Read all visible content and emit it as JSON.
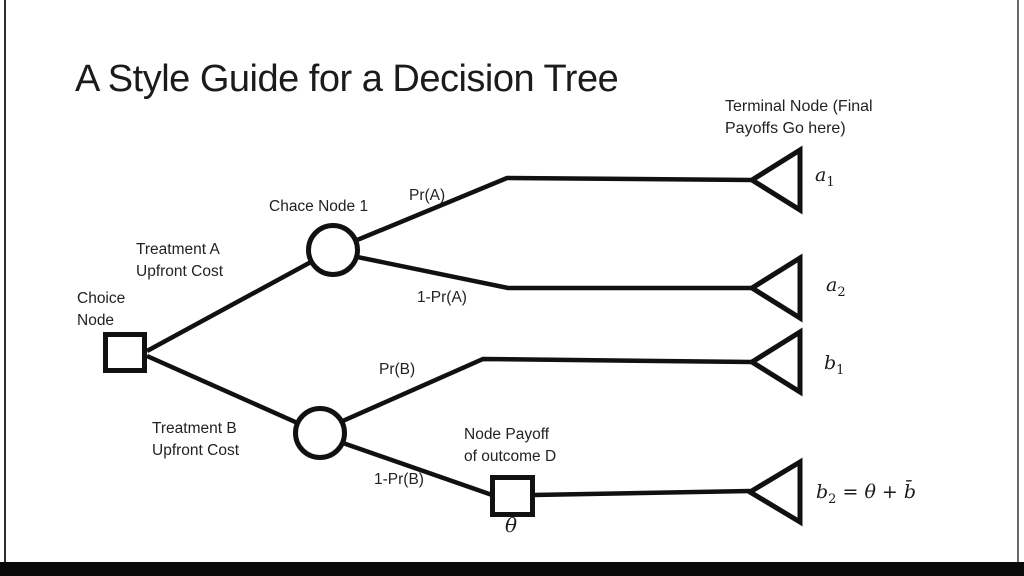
{
  "page": {
    "title": "A Style Guide for a Decision Tree"
  },
  "annotations": {
    "terminal_note": {
      "line1": "Terminal Node (Final",
      "line2": "Payoffs Go here)"
    },
    "chance_node": "Chace Node 1",
    "choice_node": {
      "line1": "Choice",
      "line2": "Node"
    },
    "treatment_a": {
      "line1": "Treatment A",
      "line2": "Upfront Cost"
    },
    "treatment_b": {
      "line1": "Treatment B",
      "line2": "Upfront Cost"
    },
    "node_payoff": {
      "line1": "Node Payoff",
      "line2": "of outcome D"
    },
    "theta": "θ"
  },
  "branches": {
    "pr_a": "Pr(A)",
    "one_minus_pr_a": "1-Pr(A)",
    "pr_b": "Pr(B)",
    "one_minus_pr_b": "1-Pr(B)"
  },
  "terminals": {
    "a1": {
      "base": "a",
      "sub": "1",
      "rest": ""
    },
    "a2": {
      "base": "a",
      "sub": "2",
      "rest": ""
    },
    "b1": {
      "base": "b",
      "sub": "1",
      "rest": ""
    },
    "b2": {
      "base": "b",
      "sub": "2",
      "rest": " = θ + b̄"
    }
  },
  "colors": {
    "line": "#111111",
    "text": "#1f1f1f",
    "background": "#ffffff",
    "letterbox": "#0a0a0a"
  }
}
